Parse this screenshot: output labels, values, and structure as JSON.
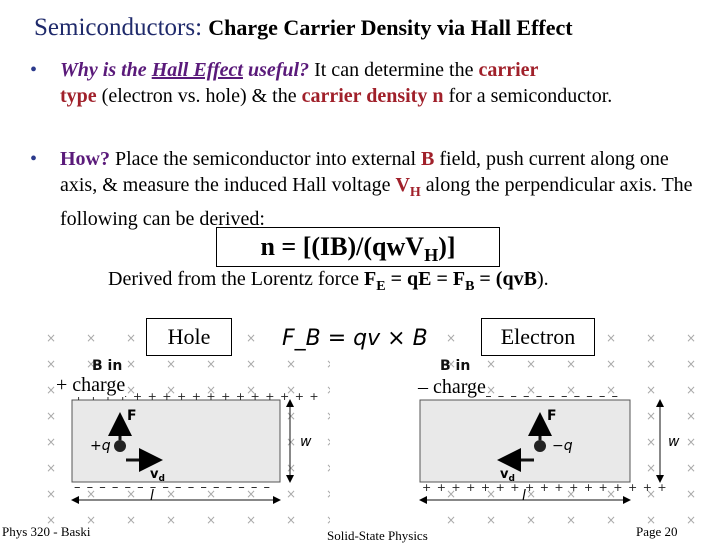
{
  "title": {
    "main": "Semiconductors:",
    "sub": "Charge Carrier Density via Hall Effect"
  },
  "bullet1": {
    "q_prefix": "Why is the ",
    "q_link": "Hall Effect",
    "q_suffix": " useful?",
    "t1": " It can determine the ",
    "carrier": "carrier",
    "type": "type",
    "t2": " (electron vs. hole) & the ",
    "density": "carrier density n",
    "t3": " for a semiconductor."
  },
  "bullet2": {
    "how": "How?",
    "t1": " Place the semiconductor into external ",
    "B": "B",
    "t2": " field,  push current along one axis, & measure the induced Hall voltage ",
    "V": "V",
    "H": "H",
    "t3": " along the perpendicular axis. The following can be derived:"
  },
  "formula": {
    "left": "n = [(IB)/(qw",
    "V": "V",
    "H": "H",
    "right": ")]"
  },
  "lorentz": {
    "t1": "Derived from the Lorentz force ",
    "FE": "F",
    "E": "E",
    "t2": " = q",
    "E2": "E",
    "t3": " = ",
    "FB": "F",
    "B": "B",
    "t4": " = (qv",
    "B2": "B",
    "t5": ")."
  },
  "hole_label": "Hole",
  "electron_label": "Electron",
  "plus_charge": "+ charge",
  "minus_charge": "– charge",
  "equation_image": "F_B = qv × B",
  "diagram": {
    "b_in": "B in",
    "F": "F",
    "q_plus": "+q",
    "q_minus": "−q",
    "vd": "v",
    "vd_sub": "d",
    "w": "w",
    "l": "l"
  },
  "footer": {
    "left": "Phys 320 - Baski",
    "center": "Solid-State Physics",
    "right": "Page 20"
  }
}
